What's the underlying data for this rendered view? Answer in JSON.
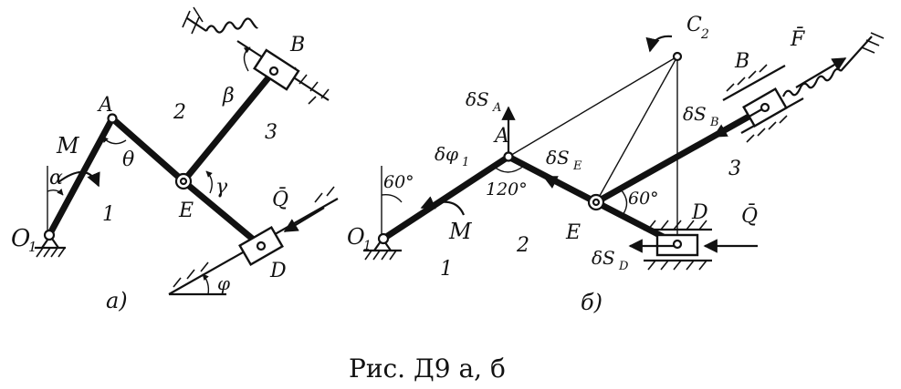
{
  "figure_a": {
    "labels": {
      "O1": "O",
      "O1_sub": "1",
      "A": "A",
      "B": "B",
      "D": "D",
      "E": "E",
      "M": "M",
      "Q": "Q̄",
      "alpha": "α",
      "beta": "β",
      "theta": "θ",
      "gamma": "γ",
      "phi": "φ",
      "rod1": "1",
      "rod2": "2",
      "rod3": "3"
    },
    "tag": "а)"
  },
  "figure_b": {
    "labels": {
      "O1": "O",
      "O1_sub": "1",
      "A": "A",
      "B": "B",
      "D": "D",
      "E": "E",
      "C2": "C",
      "C2_sub": "2",
      "M": "M",
      "Q": "Q̄",
      "F": "F̄",
      "dSA": "δS",
      "dSA_sub": "A",
      "dSB": "δS",
      "dSB_sub": "B",
      "dSE": "δS",
      "dSE_sub": "E",
      "dSD": "δS",
      "dSD_sub": "D",
      "dphi": "δφ",
      "dphi_sub": "1",
      "angle60_O": "60°",
      "angle120_A": "120°",
      "angle60_E": "60°",
      "rod1": "1",
      "rod2": "2",
      "rod3": "3"
    },
    "tag": "б)"
  },
  "caption": "Рис. Д9 а, б"
}
